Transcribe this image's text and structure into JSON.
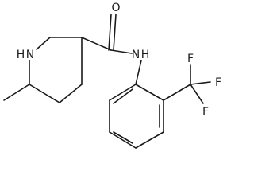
{
  "atoms": {
    "nitrogen_ring": "N",
    "hydrogen_ring": "H",
    "oxygen": "O",
    "nitrogen_amide": "N",
    "hydrogen_amide": "H",
    "fluorine_top": "F",
    "fluorine_right": "F",
    "fluorine_bottom": "F"
  },
  "colors": {
    "bond": "#1a1a1a",
    "background": "#ffffff"
  }
}
